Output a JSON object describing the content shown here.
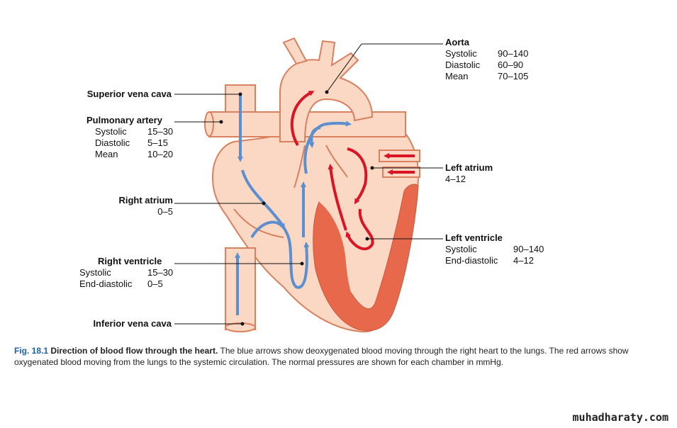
{
  "labels": {
    "aorta": {
      "title": "Aorta",
      "rows": [
        [
          "Systolic",
          "90–140"
        ],
        [
          "Diastolic",
          "60–90"
        ],
        [
          "Mean",
          "70–105"
        ]
      ]
    },
    "superior_vena_cava": {
      "title": "Superior vena cava"
    },
    "pulmonary_artery": {
      "title": "Pulmonary artery",
      "rows": [
        [
          "Systolic",
          "15–30"
        ],
        [
          "Diastolic",
          "5–15"
        ],
        [
          "Mean",
          "10–20"
        ]
      ]
    },
    "left_atrium": {
      "title": "Left atrium",
      "value": "4–12"
    },
    "right_atrium": {
      "title": "Right atrium",
      "value": "0–5"
    },
    "left_ventricle": {
      "title": "Left ventricle",
      "rows": [
        [
          "Systolic",
          "90–140"
        ],
        [
          "End-diastolic",
          "4–12"
        ]
      ]
    },
    "right_ventricle": {
      "title": "Right ventricle",
      "rows": [
        [
          "Systolic",
          "15–30"
        ],
        [
          "End-diastolic",
          "0–5"
        ]
      ]
    },
    "inferior_vena_cava": {
      "title": "Inferior vena cava"
    }
  },
  "caption": {
    "fig_number": "Fig. 18.1",
    "title": "Direction of blood flow through the heart.",
    "text": "The blue arrows show deoxygenated blood moving through the right heart to the lungs. The red arrows show oxygenated blood moving from the lungs to the systemic circulation. The normal pressures are shown for each chamber in mmHg."
  },
  "watermark": "muhadharaty.com",
  "colors": {
    "tissue": "#fbd8c4",
    "outline": "#d9805e",
    "muscle": "#e8684c",
    "blue_arrow": "#5b8fcf",
    "red_arrow": "#d91424",
    "fig_blue": "#1d5fa6"
  }
}
